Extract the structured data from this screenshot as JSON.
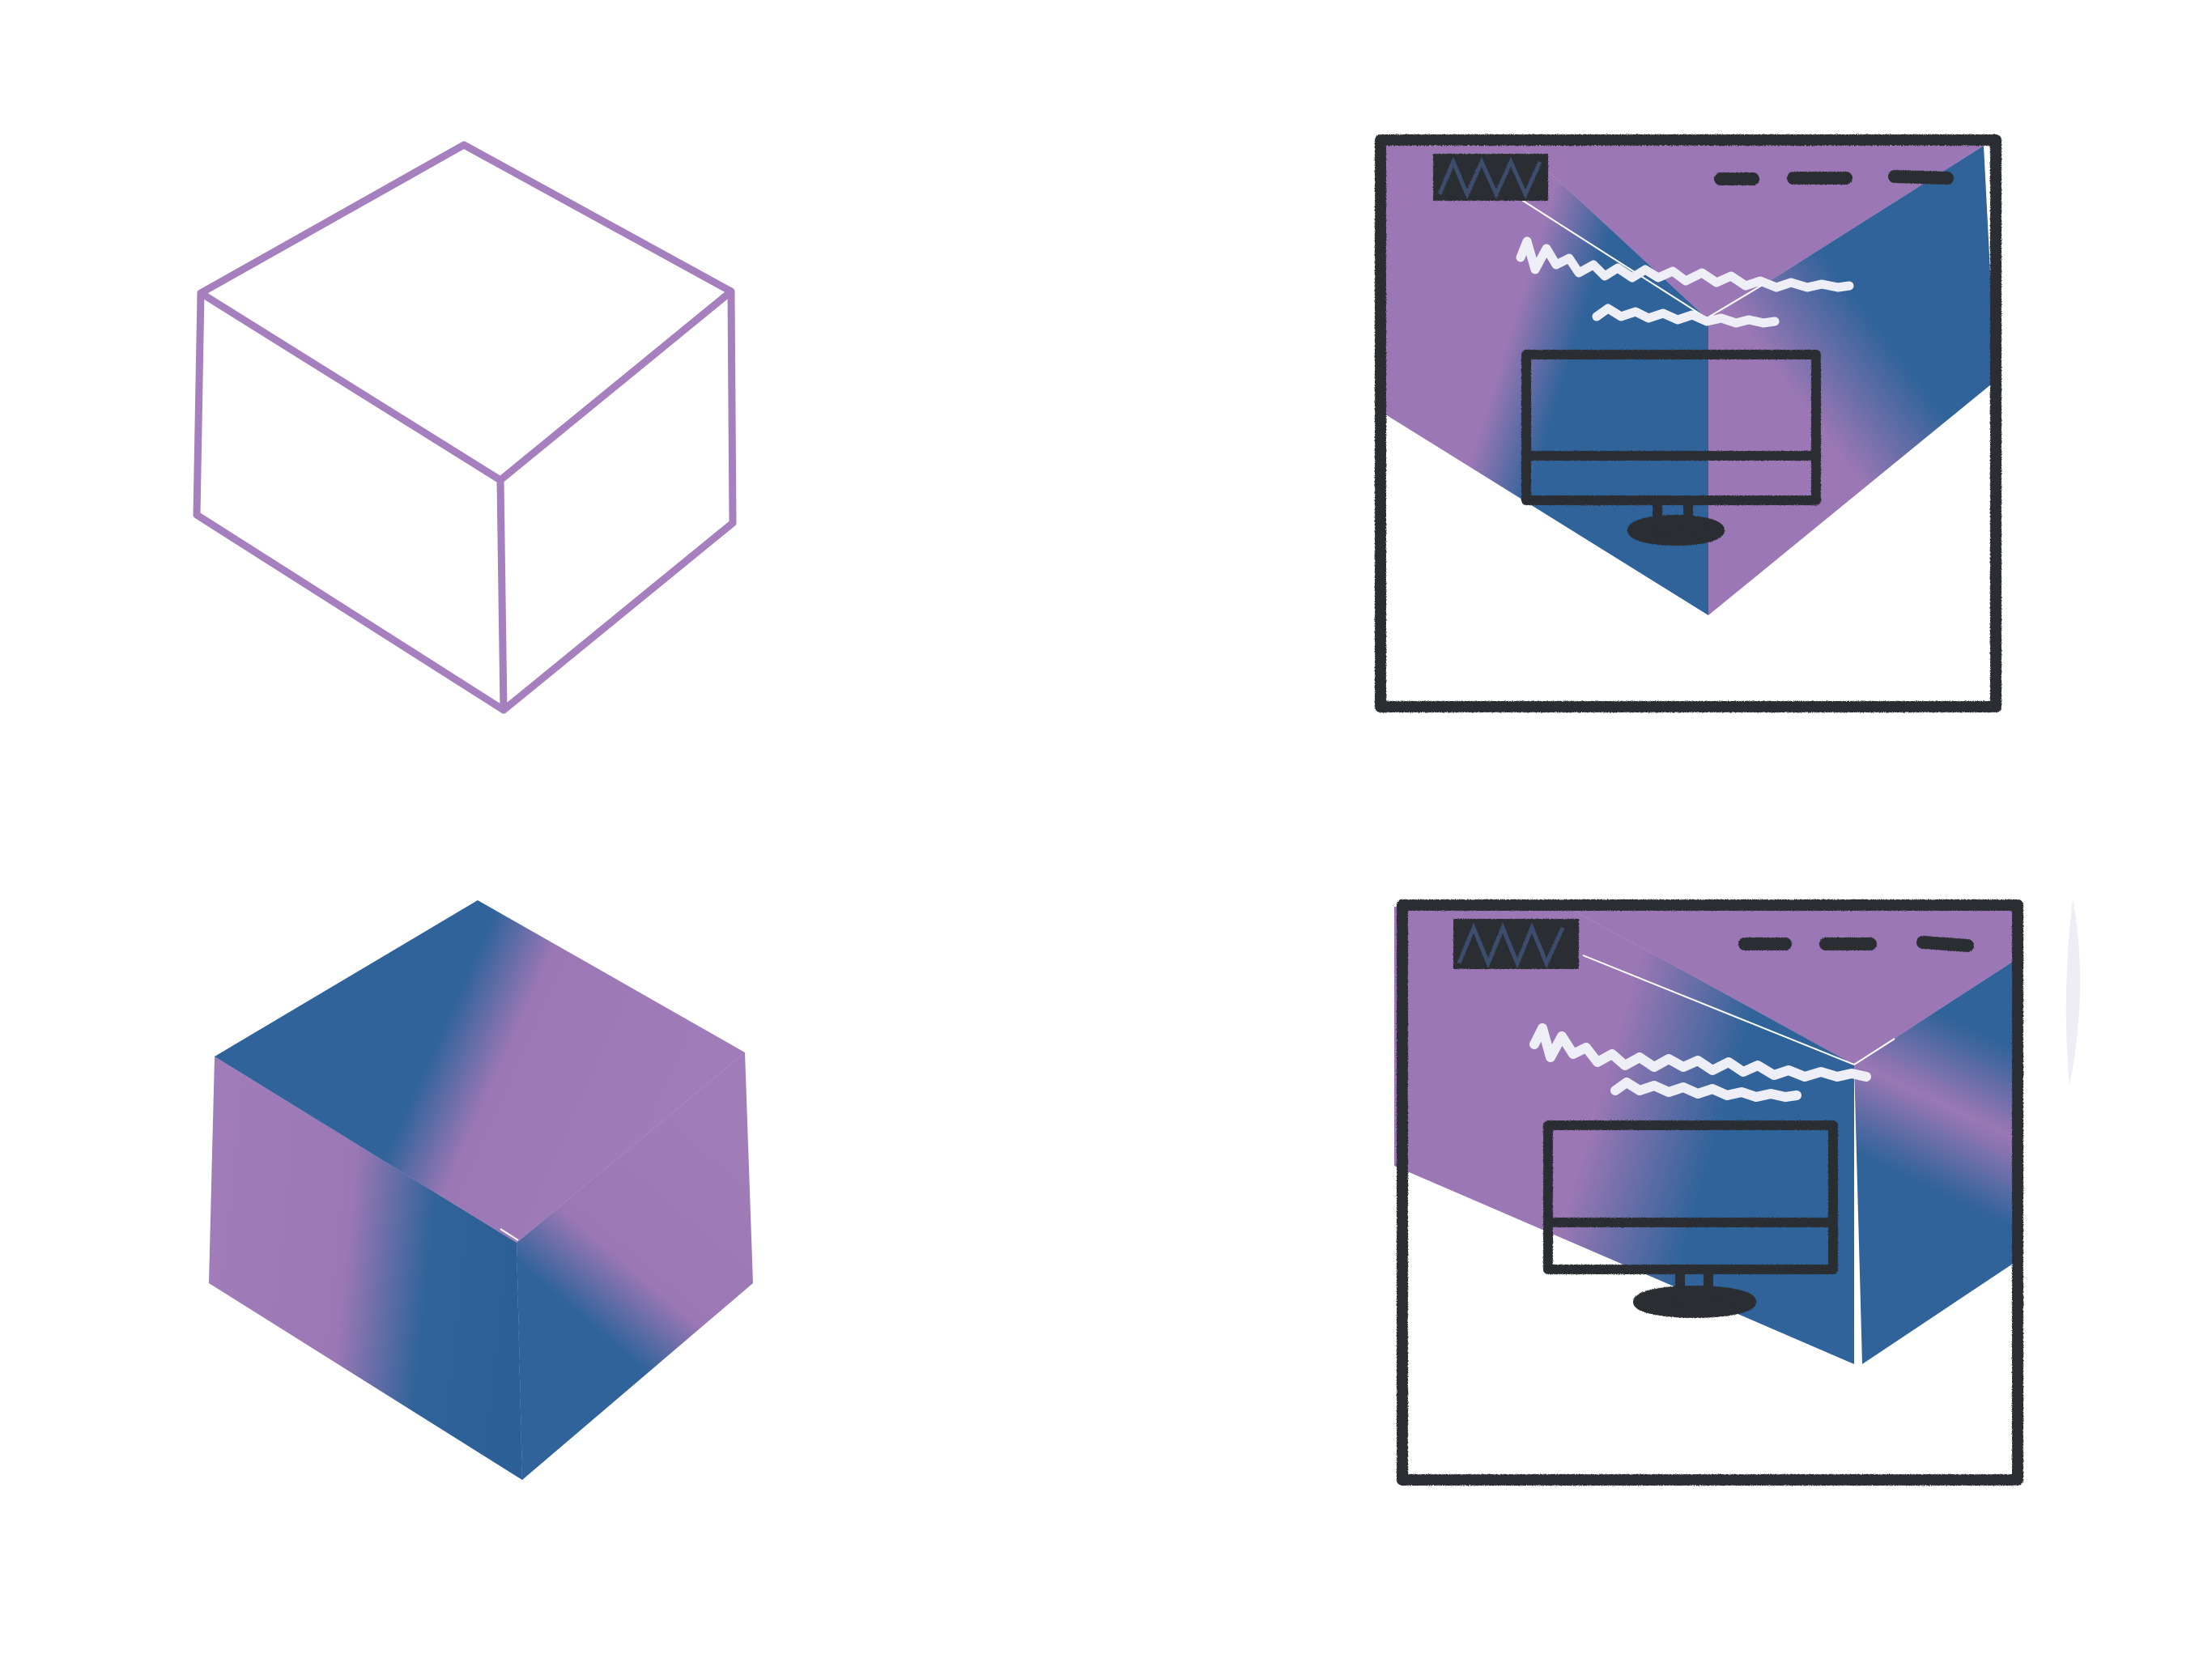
{
  "colors": {
    "background": "#ffffff",
    "purple": "#9b77b5",
    "purple_light": "#a07cb9",
    "blue": "#2f6399",
    "blue_dark": "#2c5f96",
    "outline_purple": "#a67fbe",
    "ink": "#2b2d33",
    "scribble": "#eeeef6"
  },
  "panels": [
    {
      "name": "cube-outline",
      "description_kind": "wireframe",
      "shaded": false
    },
    {
      "name": "cube-gradient",
      "description_kind": "shaded",
      "shaded": true
    },
    {
      "name": "webpage-sketch-top",
      "description_kind": "wireframe-with-gradient-overlay"
    },
    {
      "name": "webpage-sketch-bottom",
      "description_kind": "wireframe-with-gradient-overlay"
    }
  ],
  "sketch_icons": [
    "logo-scribble-icon",
    "nav-dashes-icon",
    "headline-scribble-icon",
    "monitor-icon"
  ]
}
